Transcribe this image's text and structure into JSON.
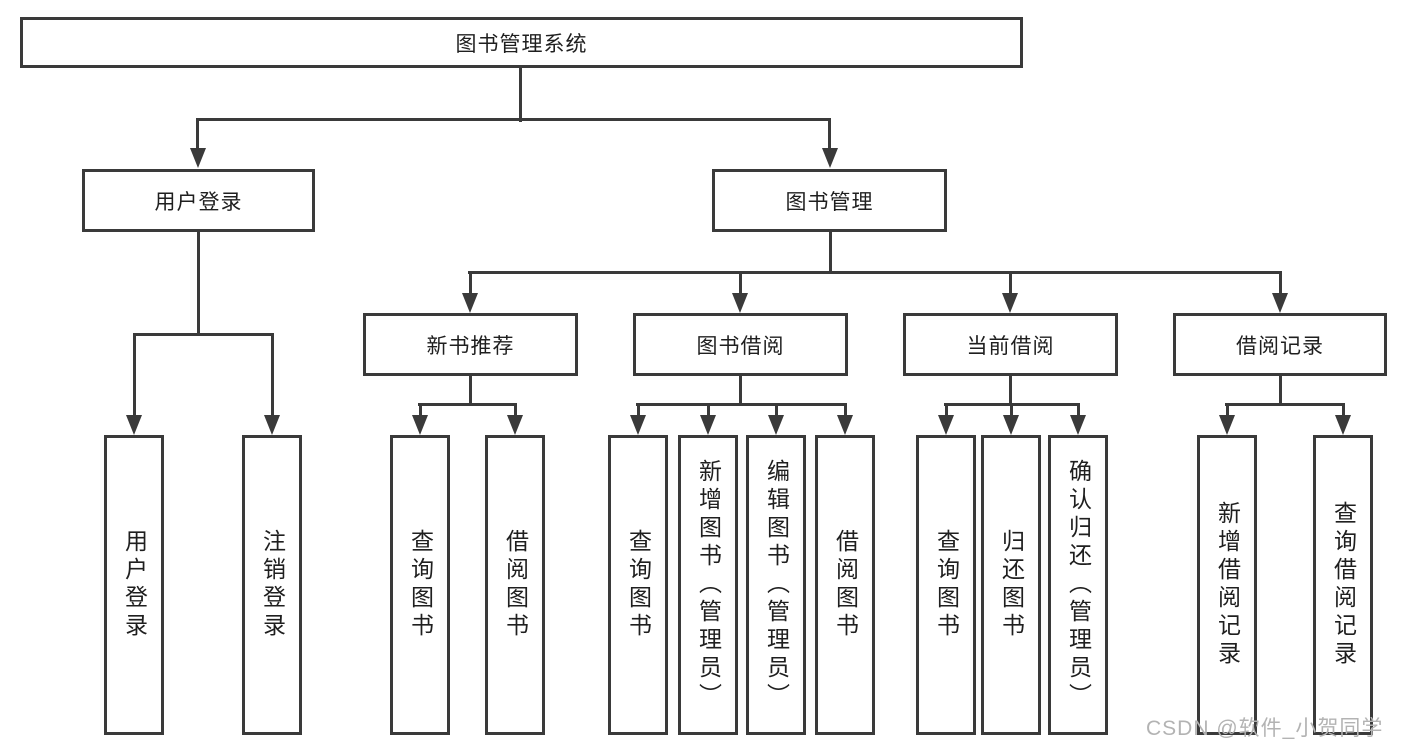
{
  "diagram": {
    "type": "tree",
    "root": {
      "label": "图书管理系统",
      "children": [
        {
          "label": "用户登录",
          "children": [
            {
              "label": "用户登录"
            },
            {
              "label": "注销登录"
            }
          ]
        },
        {
          "label": "图书管理",
          "children": [
            {
              "label": "新书推荐",
              "children": [
                {
                  "label": "查询图书"
                },
                {
                  "label": "借阅图书"
                }
              ]
            },
            {
              "label": "图书借阅",
              "children": [
                {
                  "label": "查询图书"
                },
                {
                  "label": "新增图书（管理员）"
                },
                {
                  "label": "编辑图书（管理员）"
                },
                {
                  "label": "借阅图书"
                }
              ]
            },
            {
              "label": "当前借阅",
              "children": [
                {
                  "label": "查询图书"
                },
                {
                  "label": "归还图书"
                },
                {
                  "label": "确认归还（管理员）"
                }
              ]
            },
            {
              "label": "借阅记录",
              "children": [
                {
                  "label": "新增借阅记录"
                },
                {
                  "label": "查询借阅记录"
                }
              ]
            }
          ]
        }
      ]
    },
    "watermark": "CSDN @软件_小贺同学",
    "colors": {
      "line": "#3a3a3a",
      "text": "#1f1f1f",
      "watermark": "#b3b3b3",
      "background": "#ffffff"
    }
  }
}
